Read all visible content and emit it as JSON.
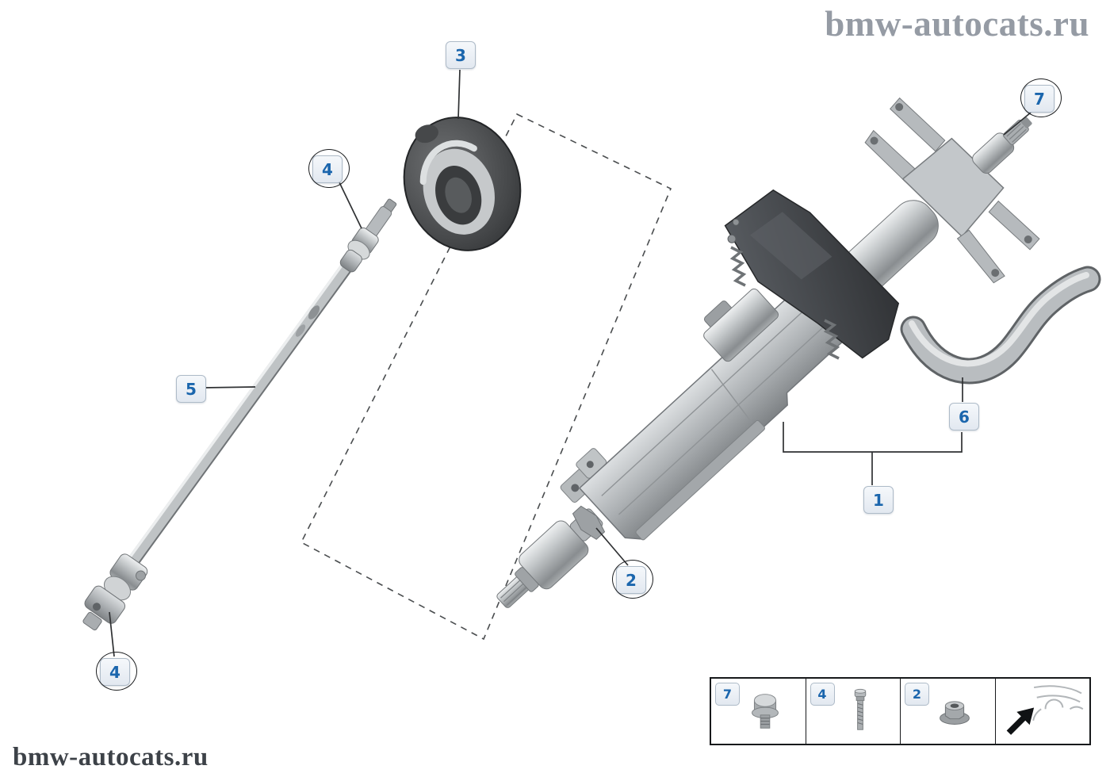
{
  "watermarks": {
    "top_right": "bmw-autocats.ru",
    "bottom_left": "bmw-autocats.ru"
  },
  "callouts": {
    "c1": {
      "label": "1"
    },
    "c2": {
      "label": "2"
    },
    "c3": {
      "label": "3"
    },
    "c4_top": {
      "label": "4"
    },
    "c4_bottom": {
      "label": "4"
    },
    "c5": {
      "label": "5"
    },
    "c6": {
      "label": "6"
    },
    "c7": {
      "label": "7"
    }
  },
  "legend": {
    "items": [
      {
        "label": "7",
        "icon": "flange-bolt-icon"
      },
      {
        "label": "4",
        "icon": "bolt-icon"
      },
      {
        "label": "2",
        "icon": "flange-nut-icon"
      },
      {
        "label": "",
        "icon": "car-direction-icon"
      }
    ]
  },
  "colors": {
    "callout_text": "#1b66ad",
    "callout_bg": "#eef3f8",
    "callout_border": "#aebbc8",
    "leader_line": "#2f3133"
  }
}
